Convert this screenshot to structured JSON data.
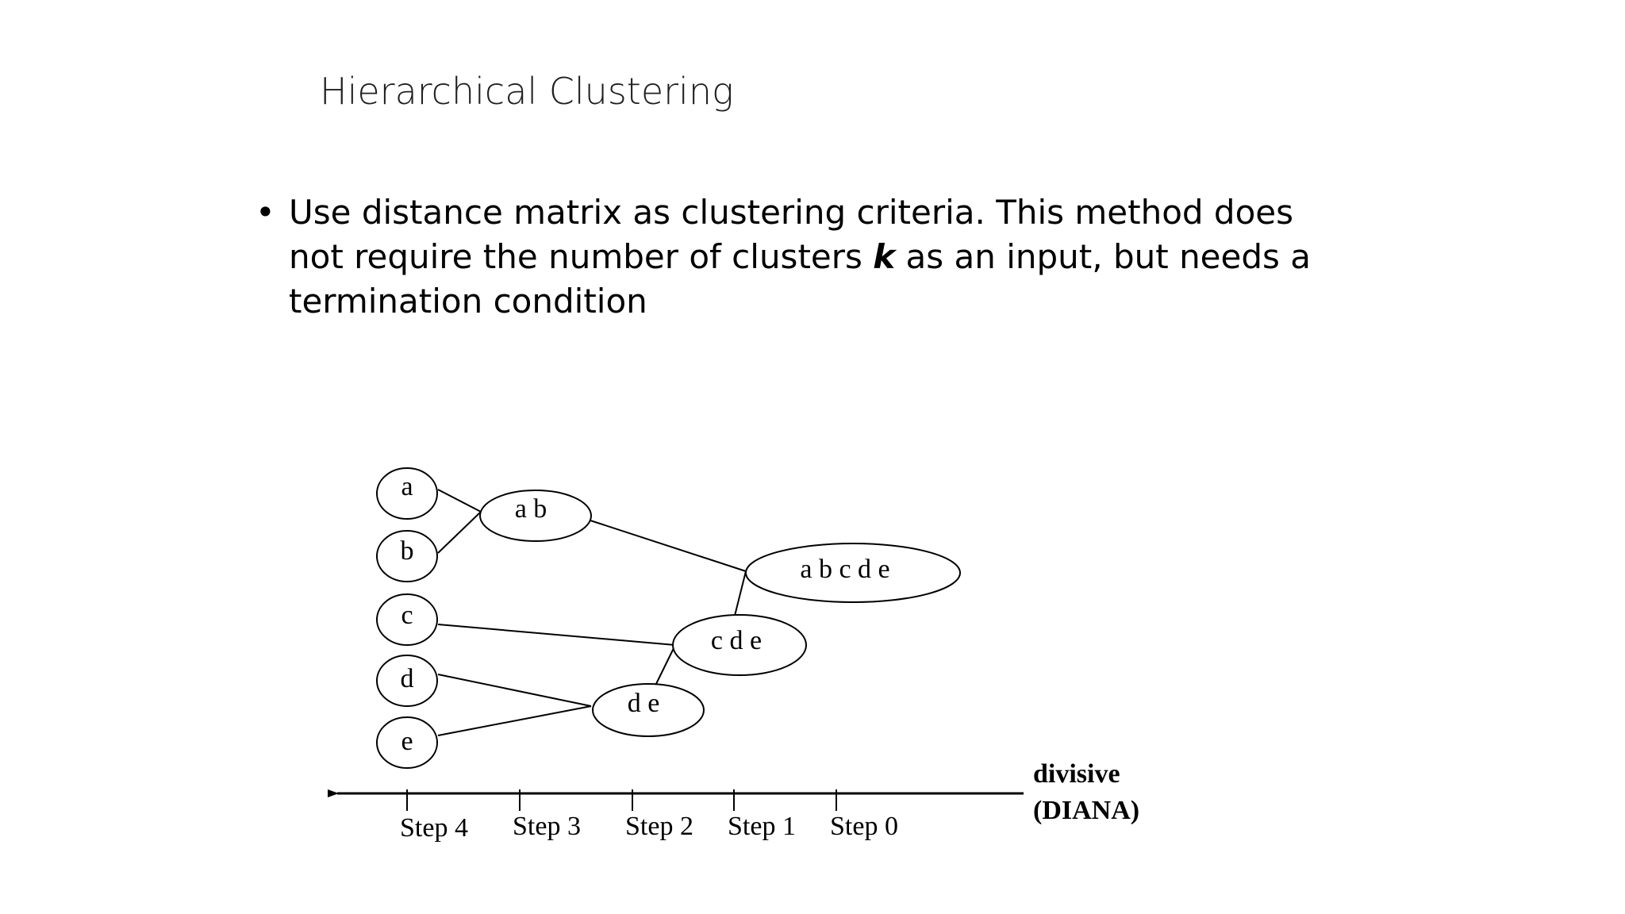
{
  "slide": {
    "title": "Hierarchical Clustering",
    "bullet": {
      "text_before": "Use distance matrix as clustering criteria.  This method does not require the number of clusters ",
      "emphasis": "k",
      "text_after": " as an input, but needs a termination condition"
    }
  },
  "diagram": {
    "nodes": [
      {
        "id": "a",
        "label": "a"
      },
      {
        "id": "b",
        "label": "b"
      },
      {
        "id": "c",
        "label": "c"
      },
      {
        "id": "d",
        "label": "d"
      },
      {
        "id": "e",
        "label": "e"
      },
      {
        "id": "ab",
        "label": "a b"
      },
      {
        "id": "de",
        "label": "d e"
      },
      {
        "id": "cde",
        "label": "c d e"
      },
      {
        "id": "abcde",
        "label": "a b c d e"
      }
    ],
    "edges": [
      [
        "a",
        "ab"
      ],
      [
        "b",
        "ab"
      ],
      [
        "d",
        "de"
      ],
      [
        "e",
        "de"
      ],
      [
        "c",
        "cde"
      ],
      [
        "de",
        "cde"
      ],
      [
        "ab",
        "abcde"
      ],
      [
        "cde",
        "abcde"
      ]
    ],
    "steps": [
      "Step 4",
      "Step 3",
      "Step 2",
      "Step 1",
      "Step 0"
    ],
    "axis_label_line1": "divisive",
    "axis_label_line2": "(DIANA)",
    "axis_direction": "right-to-left"
  }
}
